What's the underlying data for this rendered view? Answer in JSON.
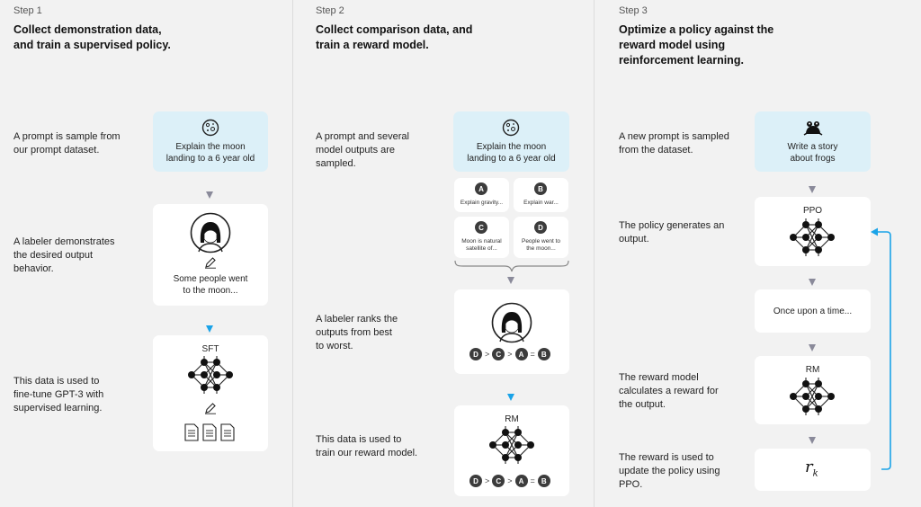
{
  "colors": {
    "background": "#f2f2f2",
    "prompt_card": "#dcf0f8",
    "card": "#ffffff",
    "arrow": "#8a8a9a",
    "accent_arrow": "#1aa3e8"
  },
  "step1": {
    "label": "Step 1",
    "title_line1": "Collect demonstration data,",
    "title_line2": "and train a supervised policy.",
    "desc1": [
      "A prompt is sample from",
      "our prompt dataset."
    ],
    "desc2": [
      "A labeler demonstrates",
      "the desired output",
      "behavior."
    ],
    "desc3": [
      "This data is used to",
      "fine-tune GPT-3 with",
      "supervised learning."
    ],
    "prompt_icon": "moon-icon",
    "prompt": [
      "Explain the moon",
      "landing to a 6 year old"
    ],
    "demo": [
      "Some people went",
      "to the moon..."
    ],
    "model_label": "SFT"
  },
  "step2": {
    "label": "Step 2",
    "title_line1": "Collect comparison data, and",
    "title_line2": "train a reward model.",
    "desc1": [
      "A prompt and several",
      "model outputs are",
      "sampled."
    ],
    "desc2": [
      "A labeler ranks the",
      "outputs from best",
      "to worst."
    ],
    "desc3": [
      "This data is used to",
      "train our reward model."
    ],
    "prompt_icon": "moon-icon",
    "prompt": [
      "Explain the moon",
      "landing to a 6 year old"
    ],
    "outputs": [
      {
        "letter": "A",
        "text": [
          "Explain gravity..."
        ]
      },
      {
        "letter": "B",
        "text": [
          "Explain war..."
        ]
      },
      {
        "letter": "C",
        "text": [
          "Moon is natural",
          "satellite of..."
        ]
      },
      {
        "letter": "D",
        "text": [
          "People went to",
          "the moon..."
        ]
      }
    ],
    "ranking": [
      "D",
      ">",
      "C",
      ">",
      "A",
      "=",
      "B"
    ],
    "model_label": "RM"
  },
  "step3": {
    "label": "Step 3",
    "title_line1": "Optimize a policy against the",
    "title_line2": "reward model using",
    "title_line3": "reinforcement learning.",
    "desc1": [
      "A new prompt is sampled",
      "from the dataset."
    ],
    "desc2": [
      "The policy generates an",
      "output."
    ],
    "desc3": [
      "The reward model",
      "calculates a reward for",
      "the output."
    ],
    "desc4": [
      "The reward is used to",
      "update the policy using",
      "PPO."
    ],
    "prompt_icon": "frog-icon",
    "prompt": [
      "Write a story",
      "about frogs"
    ],
    "policy_label": "PPO",
    "output": "Once upon a time...",
    "model_label": "RM",
    "reward_symbol": "r",
    "reward_subscript": "k"
  }
}
